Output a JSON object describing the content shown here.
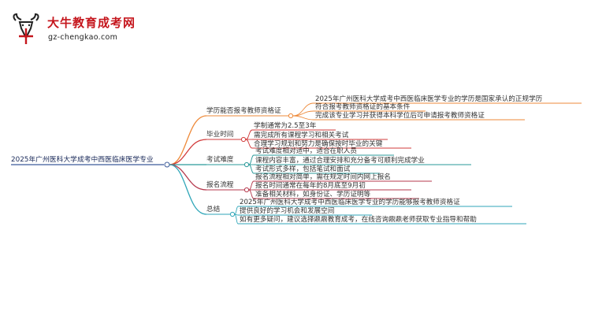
{
  "brand": {
    "name": "大牛教育成考网",
    "url": "gz-chengkao.com",
    "colors": {
      "primary": "#c5161d"
    }
  },
  "root": {
    "label": "2025年广州医科大学成考中西医临床医学专业"
  },
  "branches": [
    {
      "label": "学历能否报考教师资格证",
      "color": "#ee8a3a",
      "children": [
        "2025年广州医科大学成考中西医临床医学专业的学历是国家承认的正规学历",
        "符合报考教师资格证的基本条件",
        "完成该专业学习并获得本科学位后可申请报考教师资格证"
      ]
    },
    {
      "label": "毕业时间",
      "color": "#d23b3b",
      "children": [
        "学制通常为2.5至3年",
        "需完成所有课程学习和相关考试",
        "合理学习规划和努力是确保按时毕业的关键"
      ]
    },
    {
      "label": "考试难度",
      "color": "#2a9a9a",
      "children": [
        "考试难度相对适中，适合在职人员",
        "课程内容丰富，通过合理安排和充分备考可顺利完成学业",
        "考试形式多样，包括笔试和面试"
      ]
    },
    {
      "label": "报名流程",
      "color": "#b53a4e",
      "children": [
        "报名流程相对简单，需在规定时间内网上报名",
        "报名时间通常在每年的8月底至9月初",
        "准备相关材料，如身份证、学历证明等"
      ]
    },
    {
      "label": "总结",
      "color": "#2fa6b8",
      "children": [
        "2025年广州医科大学成考中西医临床医学专业的学历能够报考教师资格证",
        "提供良好的学习机会和发展空间",
        "如有更多疑问，建议选择鼎鼎教育成考，在线咨询鼎鼎老师获取专业指导和帮助"
      ]
    }
  ]
}
